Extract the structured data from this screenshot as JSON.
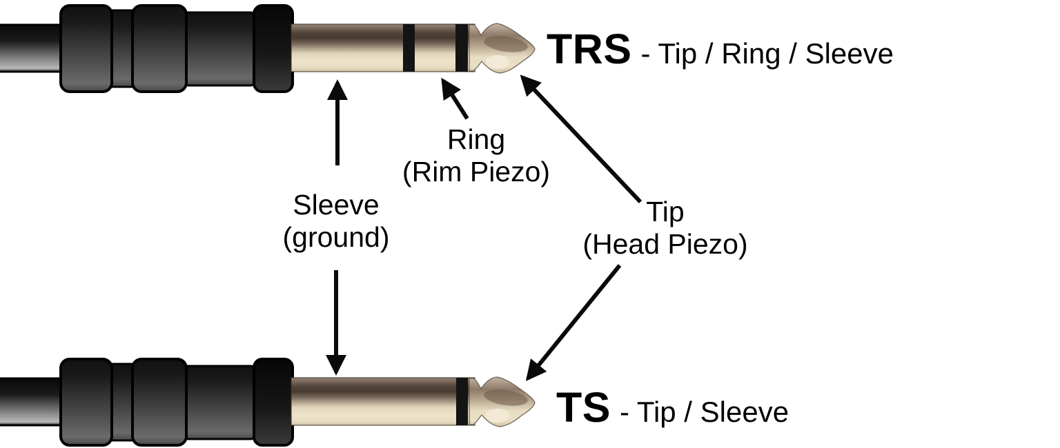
{
  "diagram": {
    "connectors": [
      {
        "id": "trs",
        "abbr": "TRS",
        "desc": "- Tip / Ring / Sleeve",
        "rings": 2
      },
      {
        "id": "ts",
        "abbr": "TS",
        "desc": "- Tip / Sleeve",
        "rings": 1
      }
    ],
    "labels": {
      "ring": {
        "line1": "Ring",
        "line2": "(Rim Piezo)"
      },
      "sleeve": {
        "line1": "Sleeve",
        "line2": "(ground)"
      },
      "tip": {
        "line1": "Tip",
        "line2": "(Head Piezo)"
      }
    },
    "colors": {
      "background": "#ffffff",
      "text": "#000000",
      "arrow": "#0a0a0a",
      "insulator_ring": "#141414",
      "metal_cream": "#ece2ca",
      "metal_shadow": "#4a3b32",
      "handle_dark": "#0f0f0f",
      "handle_light": "#707070"
    }
  }
}
